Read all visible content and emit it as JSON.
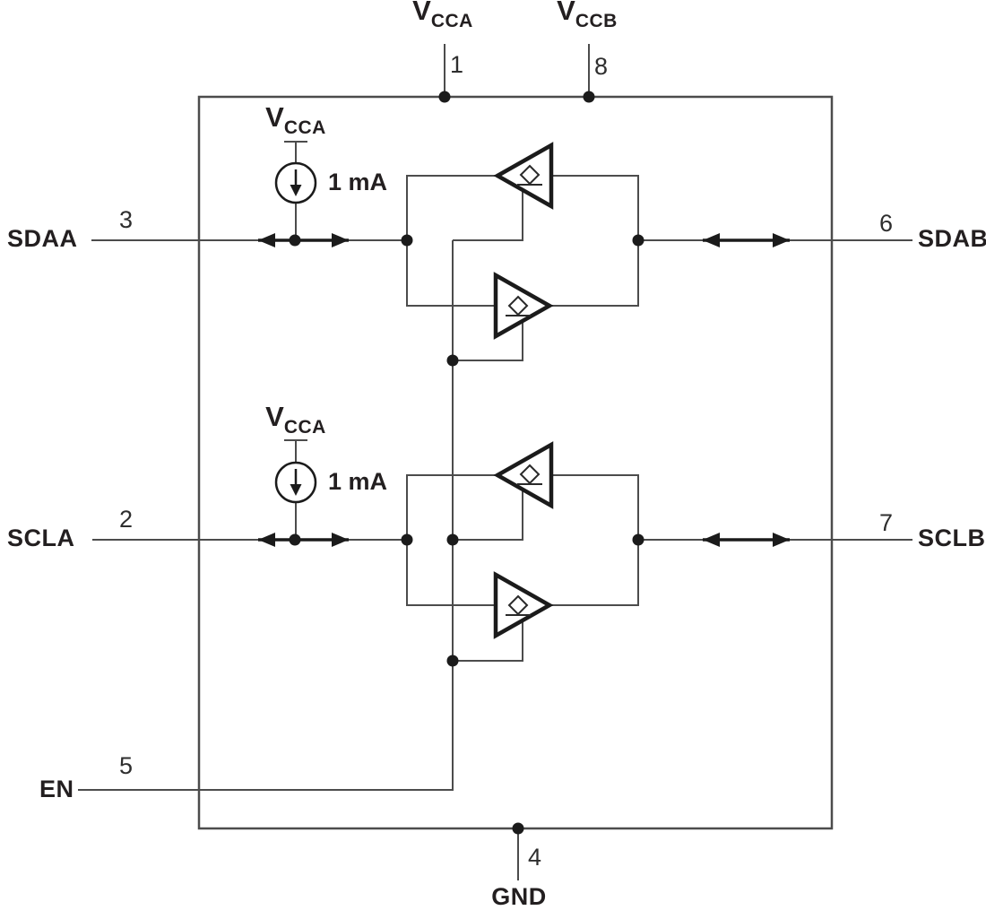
{
  "diagram": {
    "type": "functional-block-diagram",
    "power_pins": {
      "vcca": {
        "base": "V",
        "sub": "CCA",
        "pin": "1"
      },
      "vccb": {
        "base": "V",
        "sub": "CCB",
        "pin": "8"
      }
    },
    "left_pins": {
      "sdaa": {
        "label": "SDAA",
        "pin": "3"
      },
      "scla": {
        "label": "SCLA",
        "pin": "2"
      },
      "en": {
        "label": "EN",
        "pin": "5"
      }
    },
    "right_pins": {
      "sdab": {
        "label": "SDAB",
        "pin": "6"
      },
      "sclb": {
        "label": "SCLB",
        "pin": "7"
      }
    },
    "bottom_pins": {
      "gnd": {
        "label": "GND",
        "pin": "4"
      }
    },
    "current_sources": {
      "cs_sda": {
        "supply_base": "V",
        "supply_sub": "CCA",
        "value": "1 mA"
      },
      "cs_scl": {
        "supply_base": "V",
        "supply_sub": "CCA",
        "value": "1 mA"
      }
    },
    "colors": {
      "wire": "#4c4c4c",
      "bold": "#1b1b1b",
      "text": "#231f20"
    }
  }
}
